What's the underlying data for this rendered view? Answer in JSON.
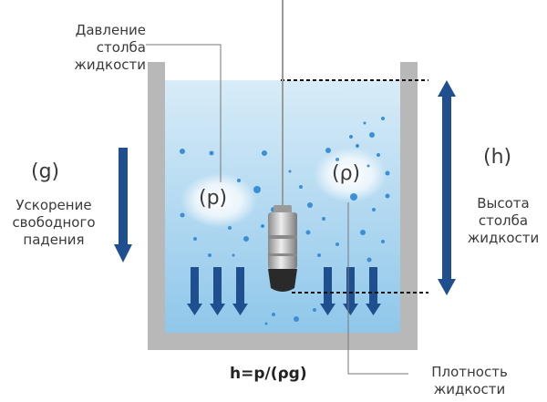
{
  "labels": {
    "column_pressure": [
      "Давление",
      "столба",
      "жидкости"
    ],
    "gravity_symbol": "(g)",
    "gravity": [
      "Ускорение",
      "свободного",
      "падения"
    ],
    "pressure_symbol": "(p)",
    "density_symbol": "(ρ)",
    "height_symbol": "(h)",
    "column_height": [
      "Высота",
      "столба",
      "жидкости"
    ],
    "density": [
      "Плотность",
      "жидкости"
    ],
    "formula": "h=p/(ρg)"
  },
  "colors": {
    "tank_wall": "#b8b8b8",
    "liquid_top": "#d8ecf8",
    "liquid_bottom": "#8fc7ea",
    "arrow_blue": "#1f4f8f",
    "bubble_blue": "#3b8fd6",
    "sensor_body": "#c8c8c8",
    "sensor_tip": "#2a2a2a"
  },
  "icons": {
    "gravity_arrow": "arrow-down-icon",
    "height_arrow": "double-arrow-vertical-icon",
    "force_arrows": "arrow-down-icon",
    "sensor": "pressure-sensor-icon"
  }
}
